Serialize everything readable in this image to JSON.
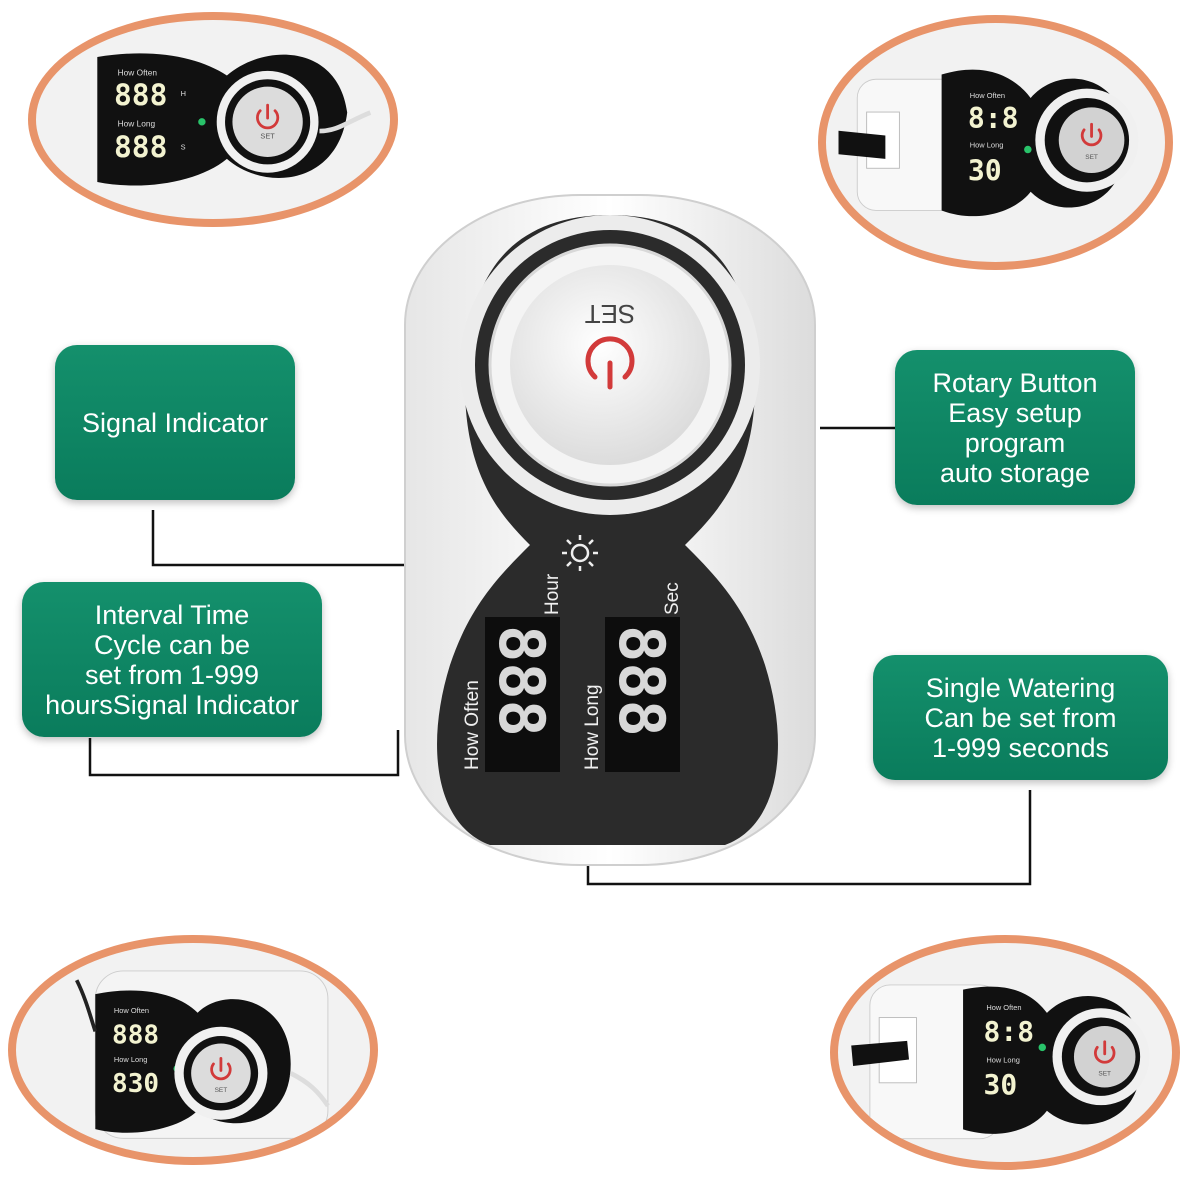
{
  "callouts": {
    "signal_indicator": "Signal Indicator",
    "rotary_button": "Rotary Button\nEasy setup\nprogram\nauto storage",
    "interval_time": "Interval Time\nCycle can be\nset from 1-999\nhoursSignal Indicator",
    "single_watering": "Single Watering\nCan be set from\n1-999 seconds"
  },
  "device": {
    "set_label": "SET",
    "how_often": "How  Often",
    "how_long": "How  Long",
    "hour_unit": "Hour",
    "sec_unit": "Sec",
    "often_digits": "888",
    "long_digits": "888"
  },
  "ovals": {
    "how_often": "How Often",
    "how_long": "How Long",
    "set": "SET",
    "h_unit": "H",
    "s_unit": "S",
    "top_left_often": "888",
    "top_left_long": "888",
    "top_right_often": "8:8",
    "top_right_long": "30",
    "bottom_left_often": "888",
    "bottom_left_long": "830",
    "bottom_right_often": "8:8",
    "bottom_right_long": "30"
  },
  "colors": {
    "callout_green": "#0a7c5c",
    "oval_border": "#e8946a",
    "power_red": "#d23a3a",
    "led_green": "#29c36a"
  },
  "icons": [
    "power-icon",
    "brightness-icon",
    "signal-led-icon"
  ]
}
